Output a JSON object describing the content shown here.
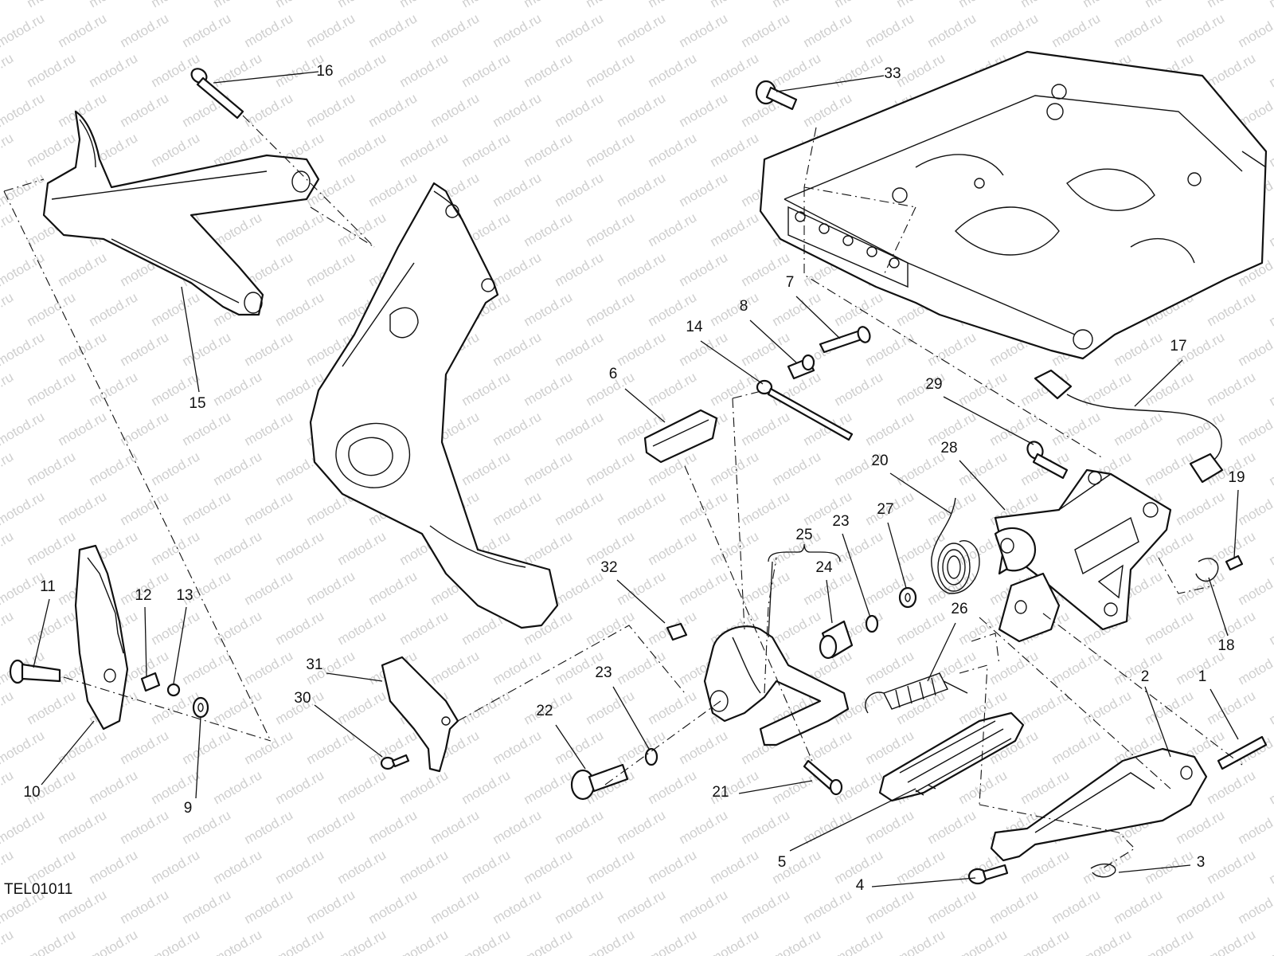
{
  "drawing_code": "TEL01011",
  "watermark": "motod.ru",
  "callouts": [
    "1",
    "2",
    "3",
    "4",
    "5",
    "6",
    "7",
    "8",
    "9",
    "10",
    "11",
    "12",
    "13",
    "14",
    "15",
    "16",
    "17",
    "18",
    "19",
    "20",
    "21",
    "22",
    "23",
    "23",
    "24",
    "25",
    "26",
    "27",
    "28",
    "29",
    "30",
    "31",
    "32",
    "33"
  ]
}
